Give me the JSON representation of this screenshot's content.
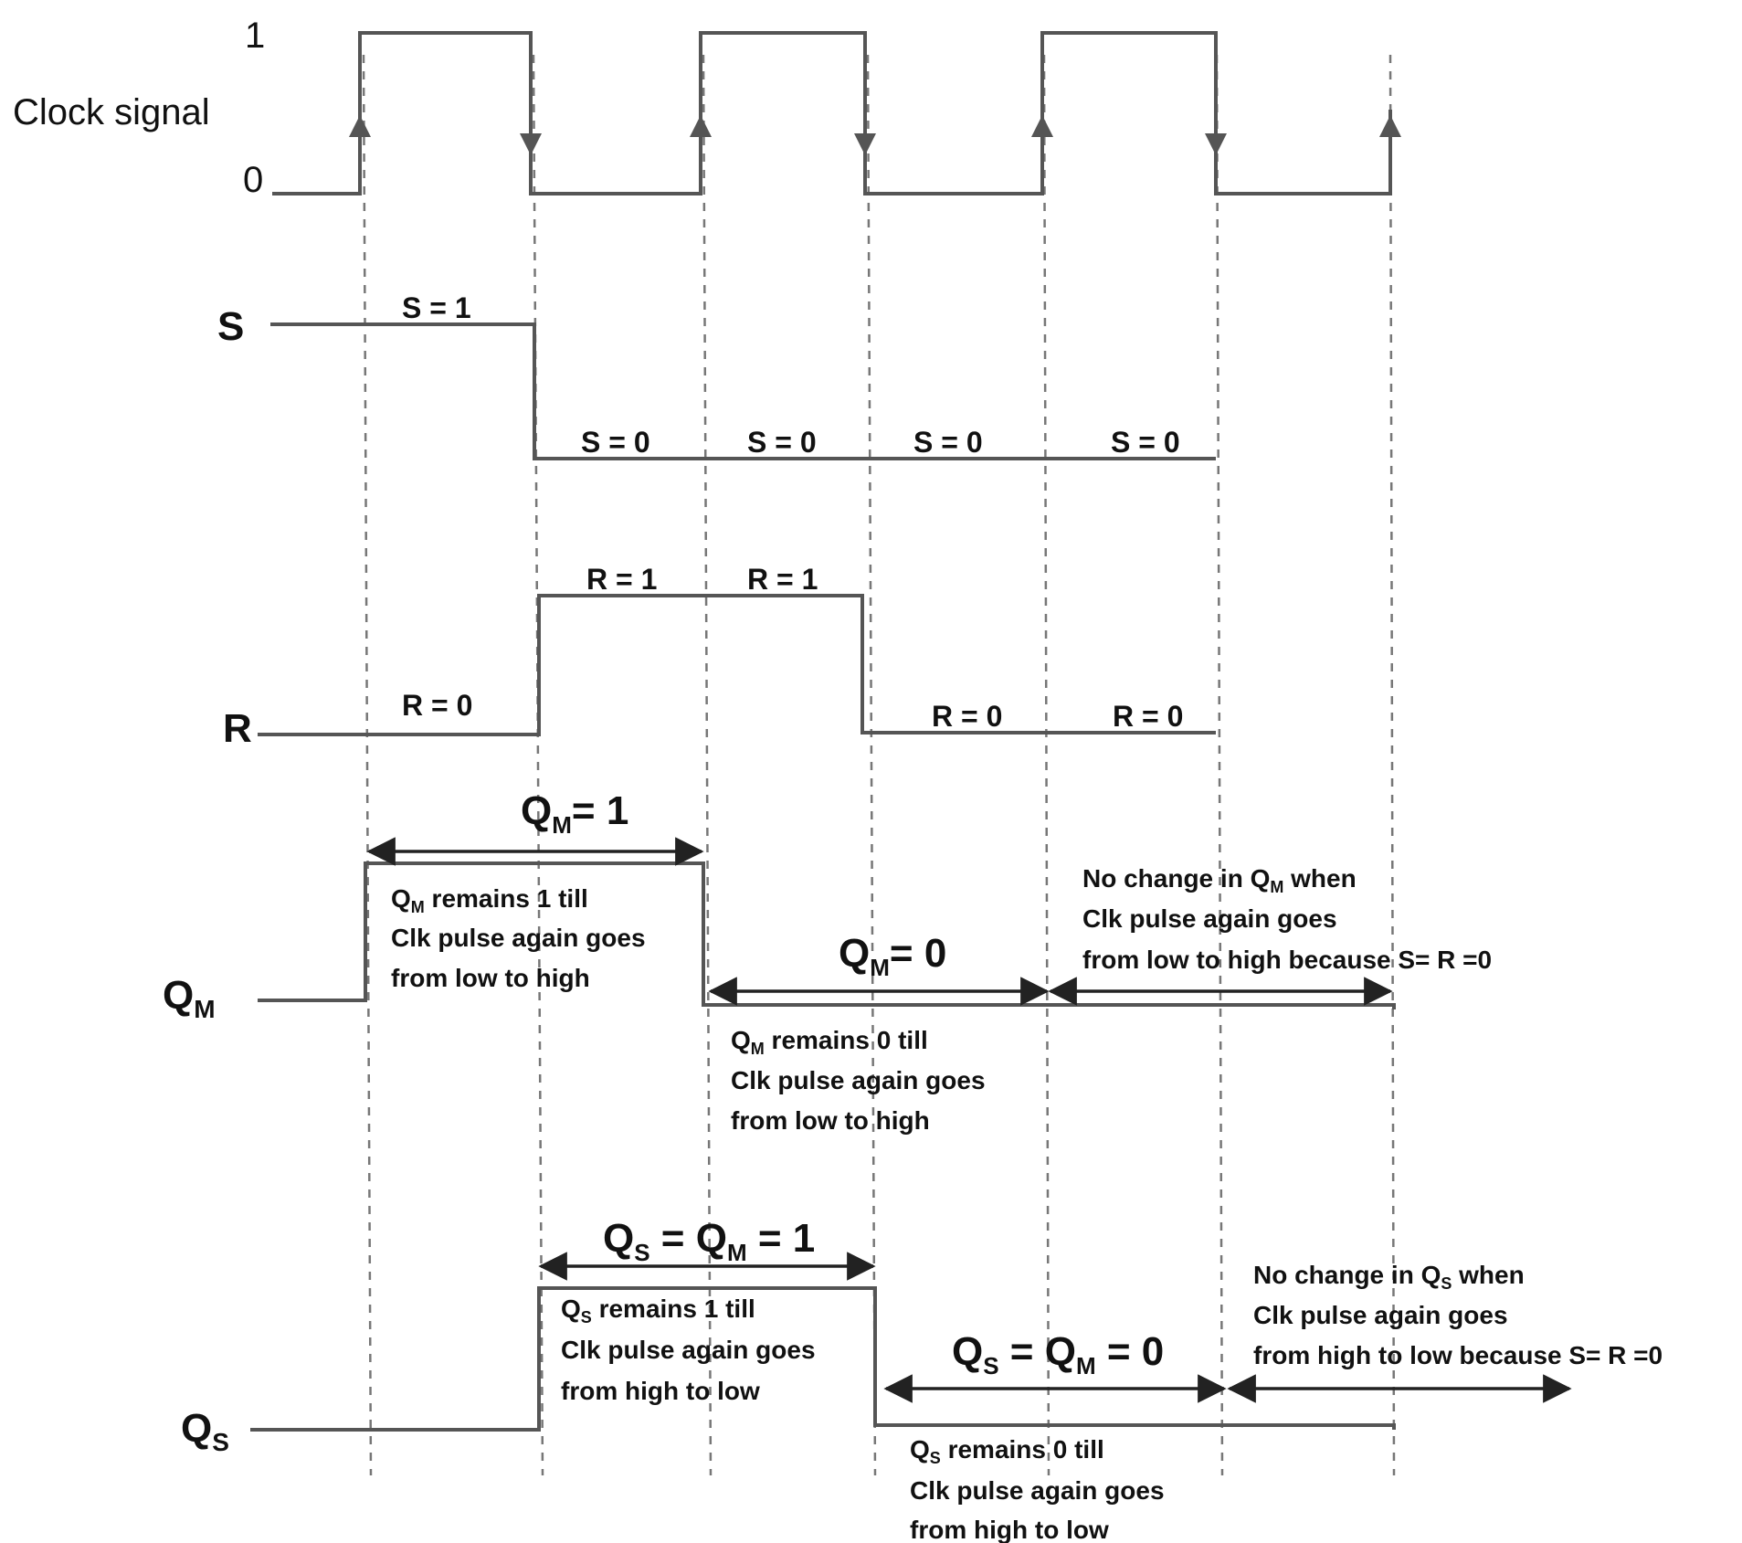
{
  "labels": {
    "one": "1",
    "zero": "0",
    "clock": "Clock signal",
    "s": "S",
    "r": "R",
    "qm_main": "Q",
    "qm_sub": "M",
    "qs_main": "Q",
    "qs_sub": "S"
  },
  "s_tags": [
    "S = 1",
    "S = 0",
    "S = 0",
    "S = 0",
    "S = 0"
  ],
  "r_tags": [
    "R = 0",
    "R = 1",
    "R = 1",
    "R = 0",
    "R = 0"
  ],
  "qm_eq1": {
    "main": "Q",
    "sub": "M",
    "rest": "= 1"
  },
  "qm_eq0": {
    "main": "Q",
    "sub": "M",
    "rest": "= 0"
  },
  "qs_eq1": {
    "p1": "Q",
    "s1": "S",
    "p2": " = Q",
    "s2": "M",
    "p3": " = 1"
  },
  "qs_eq0": {
    "p1": "Q",
    "s1": "S",
    "p2": " = Q",
    "s2": "M",
    "p3": " = 0"
  },
  "notes": {
    "qm_high": [
      {
        "q": "Q",
        "sub": "M",
        "text": " remains 1 till"
      },
      {
        "text": "Clk pulse again goes"
      },
      {
        "text": "from low to high"
      }
    ],
    "qm_low": [
      {
        "q": "Q",
        "sub": "M",
        "text": " remains 0 till"
      },
      {
        "text": "Clk pulse again goes"
      },
      {
        "text": "from low to high"
      }
    ],
    "qm_nochange": [
      {
        "pre": "No change in ",
        "q": "Q",
        "sub": "M",
        "text": " when"
      },
      {
        "text": "Clk pulse again goes"
      },
      {
        "text": "from low to high because S= R =0"
      }
    ],
    "qs_high": [
      {
        "q": "Q",
        "sub": "S",
        "text": " remains 1 till"
      },
      {
        "text": "Clk pulse again goes"
      },
      {
        "text": "from high to low"
      }
    ],
    "qs_low": [
      {
        "q": "Q",
        "sub": "S",
        "text": " remains 0 till"
      },
      {
        "text": "Clk pulse again goes"
      },
      {
        "text": "from high to low"
      }
    ],
    "qs_nochange": [
      {
        "pre": "No change in ",
        "q": "Q",
        "sub": "S",
        "text": " when"
      },
      {
        "text": "Clk pulse again goes"
      },
      {
        "text": "from high to low because S= R =0"
      }
    ]
  },
  "colors": {
    "wave": "#555555",
    "guide": "#777777",
    "text": "#111111"
  }
}
